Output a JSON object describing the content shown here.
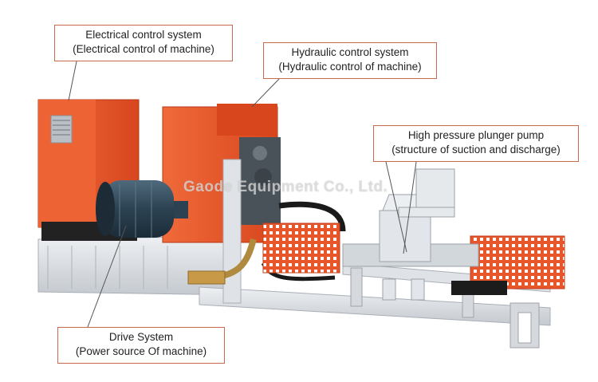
{
  "labels": {
    "electrical": {
      "line1": "Electrical control system",
      "line2": "(Electrical control of machine)"
    },
    "hydraulic": {
      "line1": "Hydraulic control system",
      "line2": "(Hydraulic control of machine)"
    },
    "pump": {
      "line1": "High pressure plunger pump",
      "line2": "(structure of suction and discharge)"
    },
    "drive": {
      "line1": "Drive System",
      "line2": "(Power source Of machine)"
    }
  },
  "watermark": "Gaode Equipment Co., Ltd.",
  "colors": {
    "cabinet_orange": "#e8552a",
    "frame": "#d9dde2",
    "motor": "#2f4a5c",
    "callout_border": "#c96a50"
  }
}
